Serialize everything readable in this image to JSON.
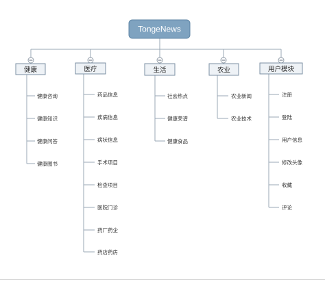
{
  "root": {
    "label": "TongeNews"
  },
  "categories": [
    {
      "label": "健康",
      "items": [
        "健康咨询",
        "健康知识",
        "健康问答",
        "健康图书"
      ]
    },
    {
      "label": "医疗",
      "items": [
        "药品信息",
        "疾病信息",
        "病状信息",
        "手术项目",
        "检查项目",
        "医院门诊",
        "药厂药企",
        "药店药房"
      ]
    },
    {
      "label": "生活",
      "items": [
        "社会热点",
        "健康荣谱",
        "健康食品"
      ]
    },
    {
      "label": "农业",
      "items": [
        "农业新闻",
        "农业技术"
      ]
    },
    {
      "label": "用户模块",
      "items": [
        "注册",
        "登陆",
        "用户信息",
        "修改头像",
        "收藏",
        "评论"
      ]
    }
  ]
}
